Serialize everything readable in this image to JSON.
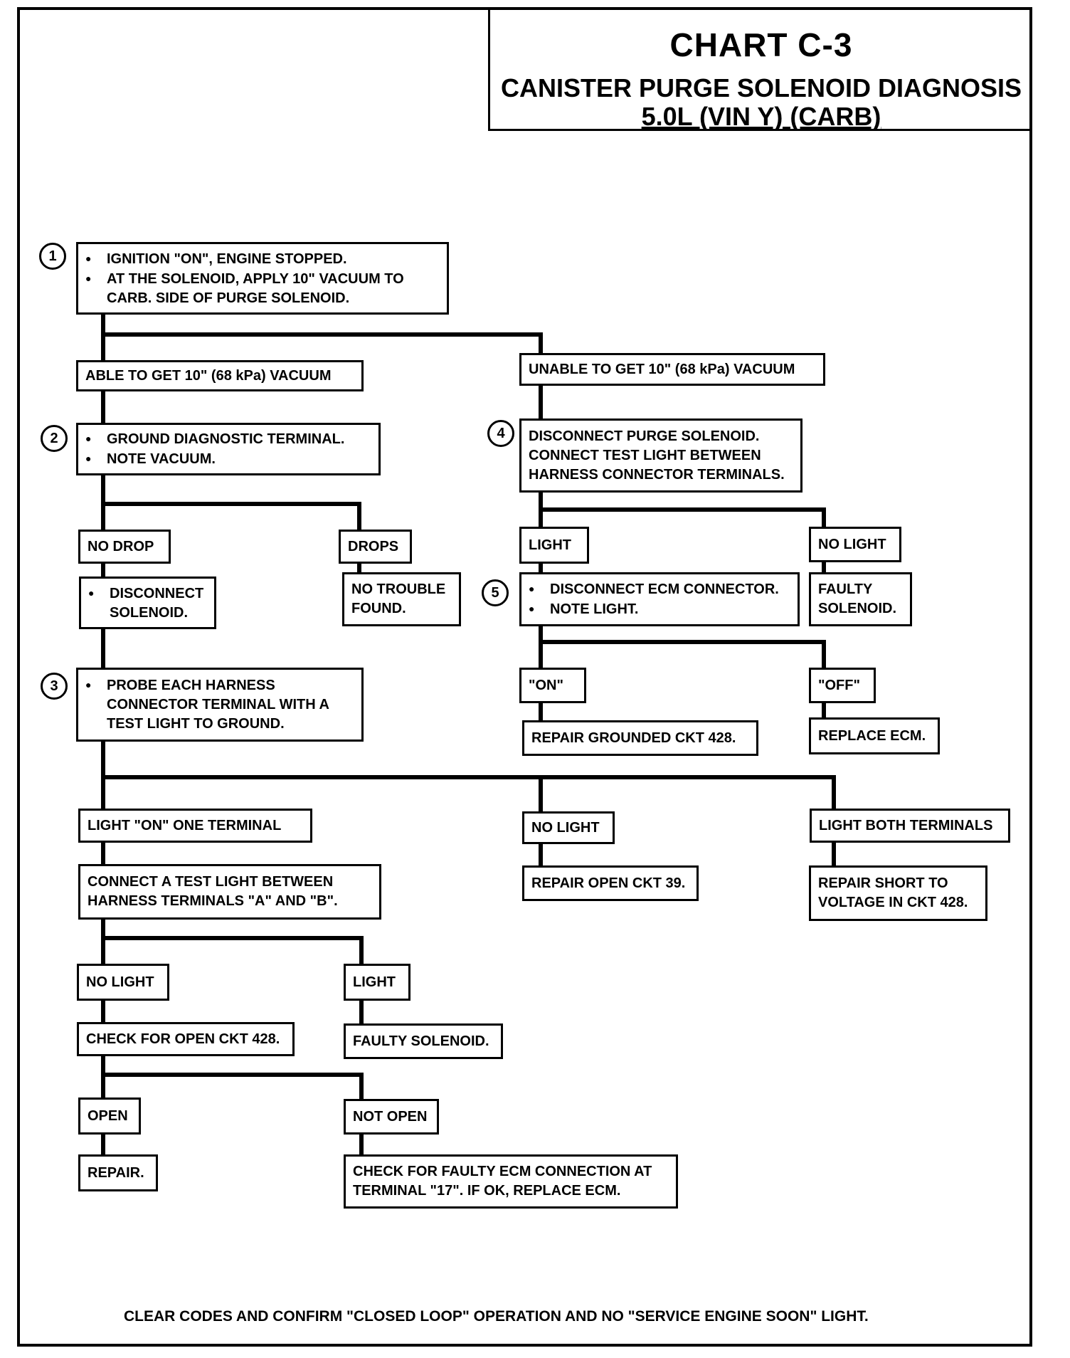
{
  "header": {
    "chart_id": "CHART C-3",
    "title": "CANISTER PURGE SOLENOID DIAGNOSIS",
    "subtitle": "5.0L  (VIN Y)  (CARB)"
  },
  "steps": {
    "s1": "1",
    "s2": "2",
    "s3": "3",
    "s4": "4",
    "s5": "5"
  },
  "step1": {
    "line1": "IGNITION \"ON\", ENGINE STOPPED.",
    "line2": "AT THE SOLENOID, APPLY 10\" VACUUM TO",
    "line3": "CARB. SIDE OF PURGE SOLENOID."
  },
  "able_vacuum": "ABLE TO GET 10\" (68 kPa) VACUUM",
  "unable_vacuum": "UNABLE TO GET 10\" (68 kPa) VACUUM",
  "step2": {
    "line1": "GROUND DIAGNOSTIC TERMINAL.",
    "line2": "NOTE  VACUUM."
  },
  "no_drop": "NO DROP",
  "drops": "DROPS",
  "disconnect_solenoid": {
    "line1": "DISCONNECT",
    "line2": "SOLENOID."
  },
  "no_trouble": {
    "line1": "NO TROUBLE",
    "line2": "FOUND."
  },
  "step3": {
    "line1": "PROBE EACH HARNESS",
    "line2": "CONNECTOR TERMINAL WITH A",
    "line3": "TEST LIGHT TO GROUND."
  },
  "step4": {
    "line1": "DISCONNECT PURGE SOLENOID.",
    "line2": "CONNECT TEST LIGHT BETWEEN",
    "line3": "HARNESS CONNECTOR TERMINALS."
  },
  "light_4": "LIGHT",
  "no_light_4": "NO LIGHT",
  "step5": {
    "line1": "DISCONNECT ECM CONNECTOR.",
    "line2": "NOTE LIGHT."
  },
  "faulty_solenoid_4": {
    "line1": "FAULTY",
    "line2": "SOLENOID."
  },
  "on_5": "\"ON\"",
  "off_5": "\"OFF\"",
  "repair_grounded": "REPAIR GROUNDED CKT 428.",
  "replace_ecm": "REPLACE ECM.",
  "light_on_one": "LIGHT \"ON\" ONE TERMINAL",
  "no_light_3": "NO LIGHT",
  "light_both": "LIGHT BOTH TERMINALS",
  "connect_ab": {
    "line1": "CONNECT A TEST LIGHT BETWEEN",
    "line2": "HARNESS TERMINALS \"A\"  AND  \"B\"."
  },
  "repair_open_39": "REPAIR OPEN CKT 39.",
  "repair_short": {
    "line1": "REPAIR SHORT TO",
    "line2": "VOLTAGE IN CKT 428."
  },
  "no_light_ab": "NO LIGHT",
  "light_ab": "LIGHT",
  "check_open_428": "CHECK FOR OPEN CKT 428.",
  "faulty_solenoid_ab": "FAULTY SOLENOID.",
  "open": "OPEN",
  "not_open": "NOT OPEN",
  "repair": "REPAIR.",
  "check_ecm": {
    "line1": "CHECK FOR FAULTY ECM CONNECTION AT",
    "line2": "TERMINAL \"17\".  IF OK, REPLACE ECM."
  },
  "footer": "CLEAR CODES AND CONFIRM \"CLOSED LOOP\" OPERATION AND NO \"SERVICE ENGINE SOON\" LIGHT."
}
